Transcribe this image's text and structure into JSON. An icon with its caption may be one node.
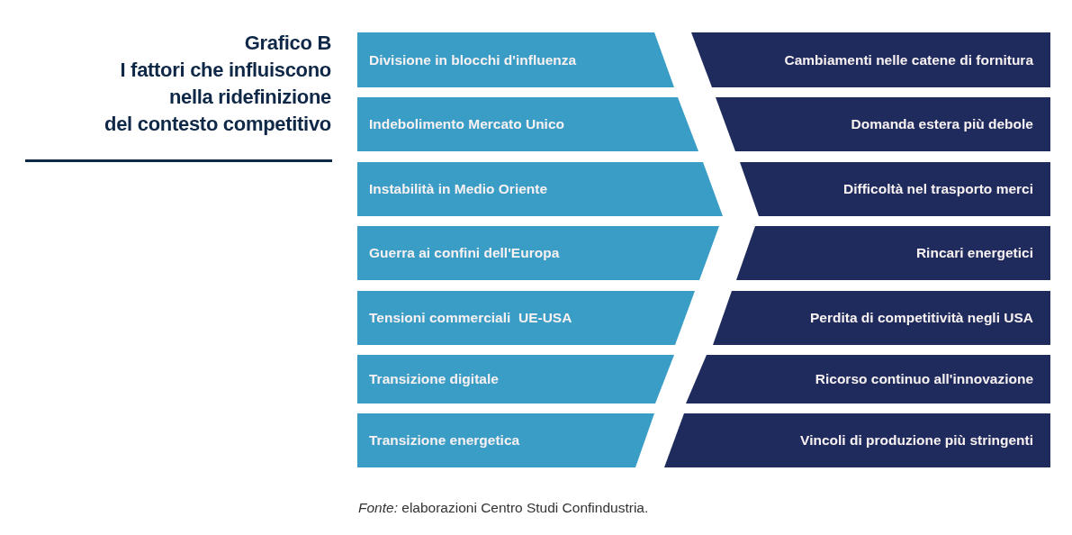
{
  "diagram": {
    "title": "Grafico B I fattori che influiscono nella ridefinizione del contesto competitivo",
    "nodes": [
      {
        "text": [
          "Divisione in blocchi d'influenza"
        ]
      },
      {
        "text": [
          "Cambiamenti nelle catene di fornitura"
        ]
      },
      {
        "text": [
          "Indebolimento Mercato Unico"
        ]
      },
      {
        "text": [
          "Domanda estera più debole"
        ]
      },
      {
        "text": [
          "Instabilità in Medio Oriente"
        ]
      },
      {
        "text": [
          "Difficoltà nel trasporto merci"
        ]
      },
      {
        "text": [
          "Guerra ai confini dell'Europa"
        ]
      },
      {
        "text": [
          "Rincari energetici"
        ]
      },
      {
        "text": [
          "Tensioni commerciali  UE-USA"
        ]
      },
      {
        "text": [
          "Perdita di competitività negli USA"
        ]
      },
      {
        "text": [
          "Transizione digitale"
        ]
      },
      {
        "text": [
          "Ricorso continuo all'innovazione"
        ]
      },
      {
        "text": [
          "Transizione energetica"
        ]
      },
      {
        "text": [
          "Vincoli di produzione più stringenti"
        ]
      }
    ],
    "caption": "*Fonte:* elaborazioni Centro Studi Confindustria."
  }
}
